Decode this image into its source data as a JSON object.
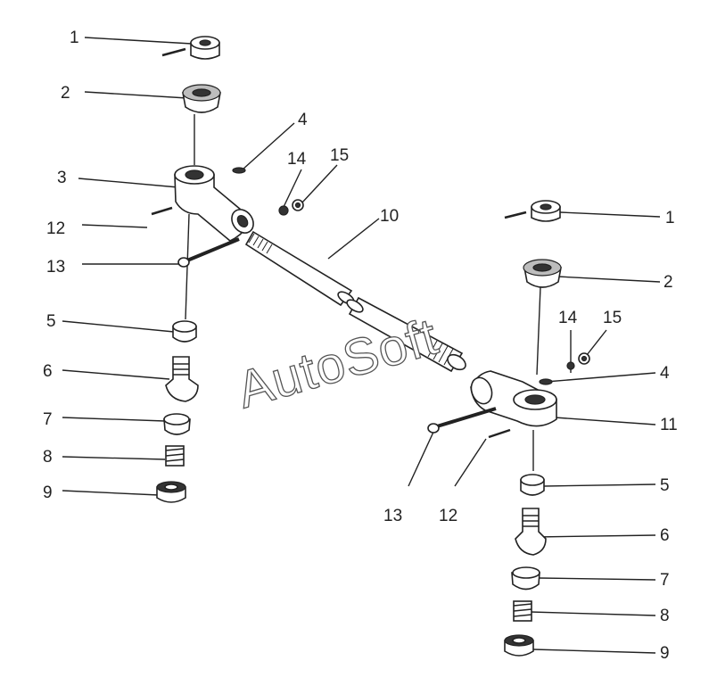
{
  "watermark": "AutoSoft",
  "labels": {
    "l_1": "1",
    "l_2": "2",
    "l_3": "3",
    "l_4": "4",
    "l_14": "14",
    "l_15": "15",
    "l_12": "12",
    "l_13": "13",
    "l_10": "10",
    "l_5": "5",
    "l_6": "6",
    "l_7": "7",
    "l_8": "8",
    "l_9": "9",
    "r_1": "1",
    "r_2": "2",
    "r_14": "14",
    "r_15": "15",
    "r_4": "4",
    "r_11": "11",
    "r_13": "13",
    "r_12": "12",
    "r_5": "5",
    "r_6": "6",
    "r_7": "7",
    "r_8": "8",
    "r_9": "9"
  }
}
